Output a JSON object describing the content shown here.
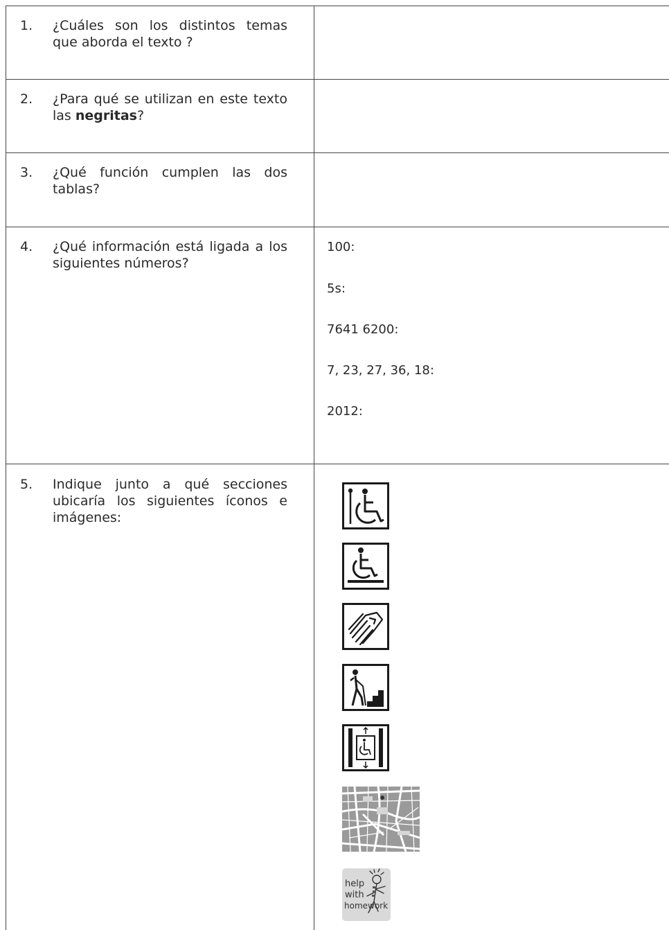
{
  "questions": [
    {
      "number": "1.",
      "text": "¿Cuáles son los distintos temas que aborda el texto ?"
    },
    {
      "number": "2.",
      "pre": "¿Para qué se utilizan en este texto las ",
      "bold": "negritas",
      "post": "?"
    },
    {
      "number": "3.",
      "text": "¿Qué función cumplen las dos tablas?"
    },
    {
      "number": "4.",
      "text": "¿Qué información está ligada a los siguientes números?"
    },
    {
      "number": "5.",
      "text": "Indique junto a qué secciones ubicaría los siguientes íconos e imágenes:"
    }
  ],
  "q4_answers": [
    "100:",
    "5s:",
    "7641 6200:",
    "7, 23, 27, 36, 18:",
    "2012:"
  ],
  "q5_icons": {
    "items": [
      "wheelchair-with-cane-icon",
      "wheelchair-level-access-icon",
      "hand-icon",
      "stairs-person-icon",
      "wheelchair-lift-icon",
      "street-map-image",
      "help-with-homework-image"
    ],
    "homework_label": [
      "help",
      "with",
      "homework"
    ]
  }
}
